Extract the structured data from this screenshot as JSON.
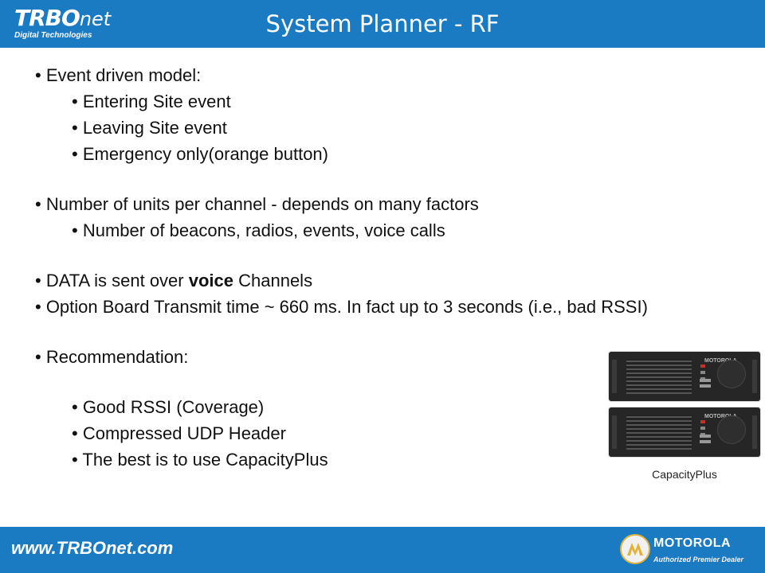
{
  "header": {
    "logo_main": "TRBO",
    "logo_net": "net",
    "logo_sub": "Digital Technologies",
    "title": "System Planner - RF"
  },
  "bullets": {
    "b1": "• Event driven model:",
    "b1_1": "• Entering Site event",
    "b1_2": "• Leaving Site event",
    "b1_3": "• Emergency only(orange button)",
    "b2": "• Number of units per channel  - depends on many factors",
    "b2_1": "• Number of beacons, radios, events, voice calls",
    "b3_pre": "• DATA is sent over ",
    "b3_bold": "voice",
    "b3_post": " Channels",
    "b4": "• Option Board Transmit time ~ 660 ms. In fact up to 3 seconds (i.e., bad RSSI)",
    "b5": "• Recommendation:",
    "b5_1": "• Good RSSI (Coverage)",
    "b5_2": "• Compressed UDP Header",
    "b5_3": "• The best is to use CapacityPlus"
  },
  "image": {
    "caption": "CapacityPlus",
    "unit_badge": "MOTOROLA"
  },
  "footer": {
    "url": "www.TRBOnet.com",
    "brand": "MOTOROLA",
    "brand_sub": "Authorized Premier Dealer"
  },
  "colors": {
    "band": "#1a7ac2",
    "text": "#111111",
    "logo_ring": "#e2b23a"
  }
}
